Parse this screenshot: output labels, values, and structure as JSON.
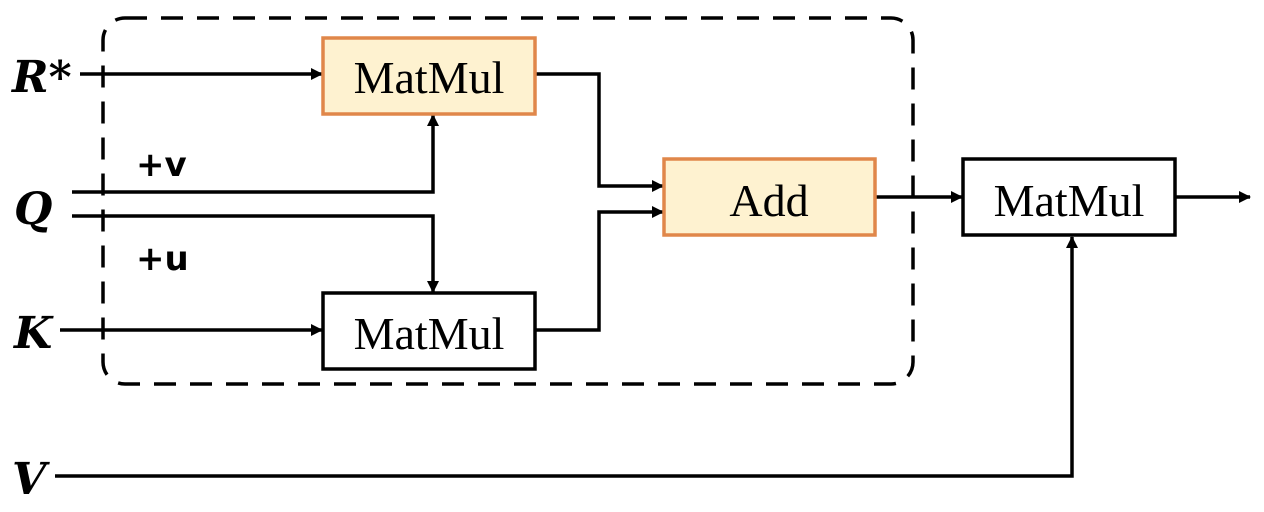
{
  "inputs": {
    "r_star": "R*",
    "q": "Q",
    "k": "K",
    "v": "V"
  },
  "bias_labels": {
    "plus_v": "+v",
    "plus_u": "+u"
  },
  "nodes": {
    "matmul_r": "MatMul",
    "matmul_k": "MatMul",
    "add": "Add",
    "matmul_out": "MatMul"
  },
  "colors": {
    "highlight_fill": "#FEF2D0",
    "highlight_stroke": "#E0874A",
    "plain_fill": "#FFFFFF",
    "plain_stroke": "#000000",
    "line": "#000000"
  }
}
